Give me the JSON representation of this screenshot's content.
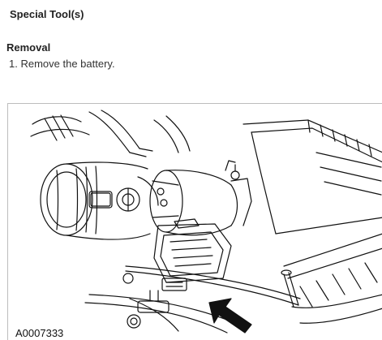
{
  "document": {
    "special_tools_title": "Special Tool(s)",
    "removal_heading": "Removal",
    "steps": [
      {
        "number": "1.",
        "text": "Remove the battery."
      }
    ]
  },
  "figure": {
    "id": "A0007333"
  }
}
